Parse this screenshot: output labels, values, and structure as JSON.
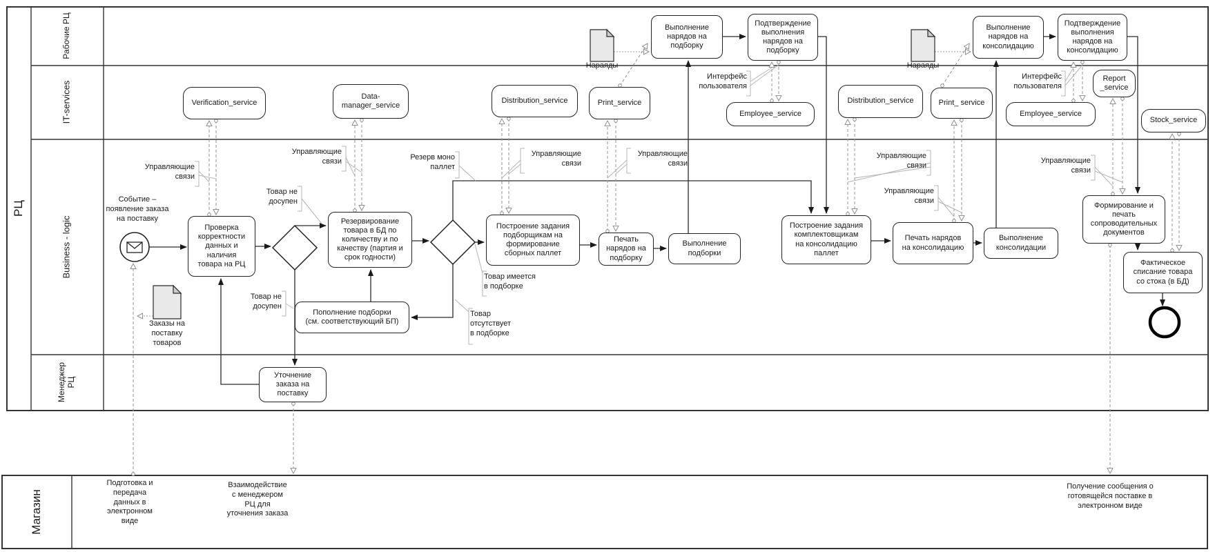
{
  "pools": {
    "rc": "РЦ",
    "shop": "Магазин",
    "lanes": {
      "workers": "Рабочие РЦ",
      "it": "IT-services",
      "business": "Business - logic",
      "manager": "Менеджер\nРЦ"
    }
  },
  "nodes": {
    "vyp_naryady_podborku": "Выполнение\nнарядов на\nподборку",
    "podtv_naryady_podborku": "Подтверждение\nвыполнения\nнарядов на\nподборку",
    "vyp_naryady_kons": "Выполнение\nнарядов на\nконсолидацию",
    "podtv_naryady_kons": "Подтверждение\nвыполнения\nнарядов на\nконсолидацию",
    "verification": "Verification_service",
    "datamanager": "Data-\nmanager_service",
    "distribution": "Distribution_service",
    "print1": "Print_service",
    "print2": "Print_ service",
    "employee": "Employee_service",
    "report": "Report\n_service",
    "stock": "Stock_service",
    "proverka": "Проверка\nкорректности\nданных и\nналичия\nтовара на РЦ",
    "rezerv": "Резервирование\nтовара в БД по\nколичеству и по\nкачеству (партия и\nсрок годности)",
    "postr_podb": "Построение задания\nподборщикам на\nформирование\nсборных паллет",
    "pechat_podb": "Печать\nнарядов на\nподборку",
    "vyp_podborki": "Выполнение\nподборки",
    "popolnenie": "Пополнение подборки\n(см. соответствующий БП)",
    "postr_kompl": "Построение задания\nкомплектовщикам\nна консолидацию\nпаллет",
    "pechat_kons": "Печать нарядов\nна консолидацию",
    "vyp_kons": "Выполнение\nконсолидации",
    "formirovanie": "Формирование и\nпечать\nсопроводительных\nдокументов",
    "fakticheskoe": "Фактическое\nсписание товара\nсо стока (в БД)",
    "utochnenie": "Уточнение\nзаказа на\nпоставку"
  },
  "annotations": {
    "upravlyayushchie": "Управляющие\nсвязи",
    "interface": "Интерфейс\nпользователя",
    "rezerv_mono": "Резерв моно\nпаллет",
    "tovar_ne_dostupen": "Товар не\nдосупен",
    "tovar_imeetsya": "Товар имеется\nв подборке",
    "tovar_otsutstvuet": "Товар\nотсутствует\nв подборке",
    "sobytie": "Событие –\nпоявление заказа\nна поставку",
    "naryady": "Нараяды",
    "zakazy": "Заказы на\nпоставку\nтоваров"
  },
  "shop_tasks": {
    "podgotovka": "Подготовка и\nпередача\nданных в\nэлектронном\nвиде",
    "vzaimodeystvie": "Взаимодействие\nс менеджером\nРЦ для\nуточнения заказа",
    "poluchenie": "Получение сообщения о\nготовящейся поставке в\nэлектронном виде"
  },
  "colors": {
    "line": "#2a2a2a",
    "dashed_line": "#9a9a9a",
    "shape_fill": "#ffffff",
    "doc_fill": "#e9e9e9"
  }
}
